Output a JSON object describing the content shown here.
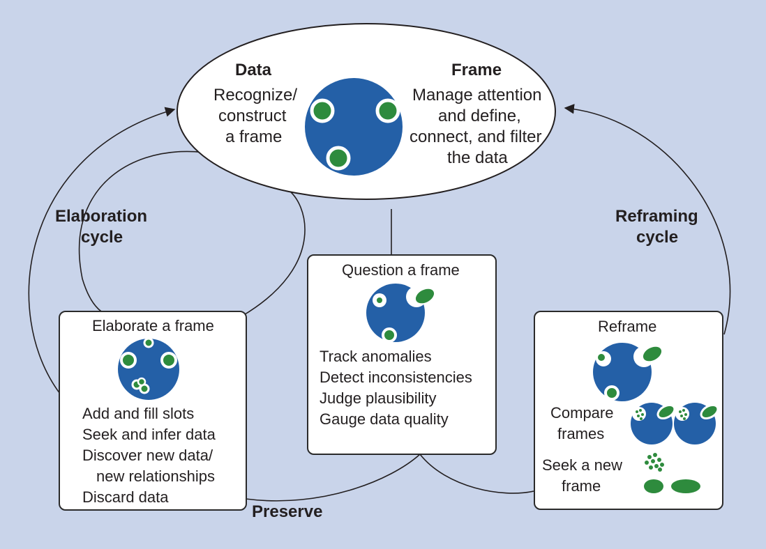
{
  "top_node": {
    "left_heading": "Data",
    "left_lines": [
      "Recognize/",
      "construct",
      "a frame"
    ],
    "right_heading": "Frame",
    "right_lines": [
      "Manage attention",
      "and define,",
      "connect, and filter",
      "the data"
    ]
  },
  "cycles": {
    "left": [
      "Elaboration",
      "cycle"
    ],
    "right": [
      "Reframing",
      "cycle"
    ],
    "bottom": "Preserve"
  },
  "elaborate_box": {
    "title": "Elaborate a frame",
    "items": [
      "Add and fill slots",
      "Seek and infer data",
      "Discover new data/",
      "new relationships",
      "Discard data"
    ]
  },
  "question_box": {
    "title": "Question a frame",
    "items": [
      "Track anomalies",
      "Detect inconsistencies",
      "Judge plausibility",
      "Gauge data quality"
    ]
  },
  "reframe_box": {
    "title": "Reframe",
    "compare": [
      "Compare",
      "frames"
    ],
    "seek": [
      "Seek a new",
      "frame"
    ]
  },
  "colors": {
    "background": "#c9d4ea",
    "frame_blue": "#2460a7",
    "data_green": "#2e8b3d",
    "box_fill": "#ffffff",
    "line": "#231f20"
  }
}
